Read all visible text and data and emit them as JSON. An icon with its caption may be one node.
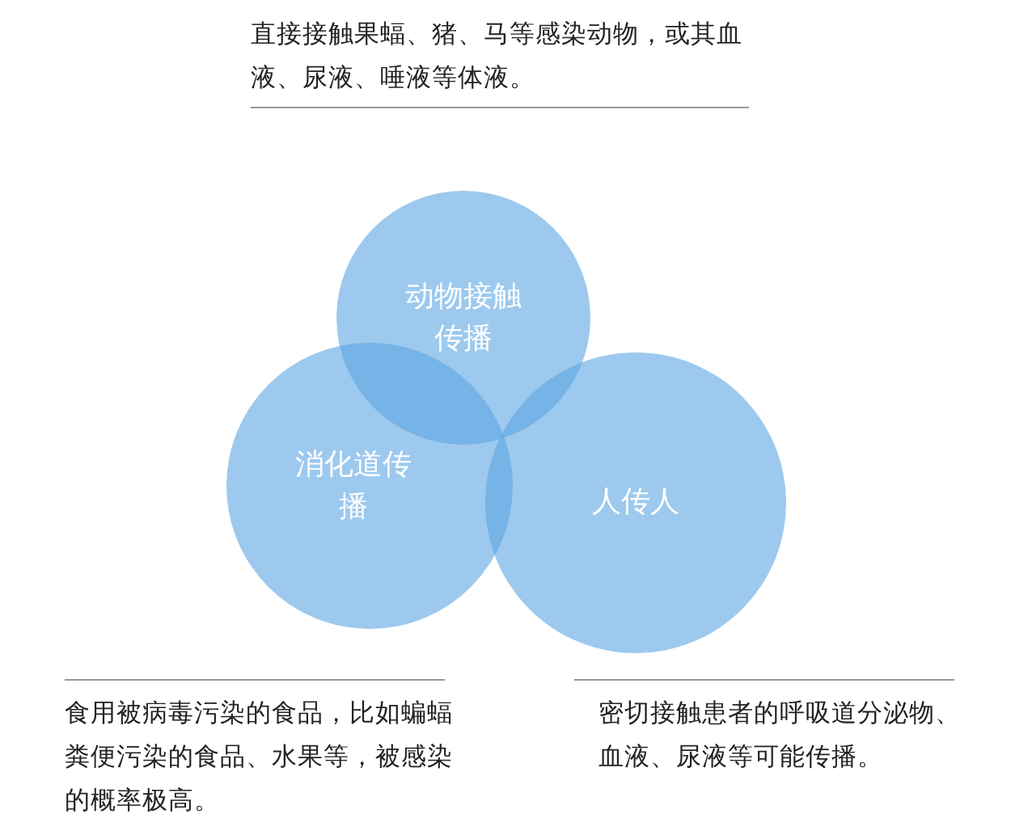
{
  "diagram": {
    "nodes": [
      {
        "text": [
          "动物接触传播"
        ]
      },
      {
        "text": [
          "消化道传播"
        ]
      },
      {
        "text": [
          "人传人"
        ]
      }
    ],
    "labels": [
      "直接接触果蝠、猪、马等感染动物，或其血液、尿液、唾液等体液。",
      "食用被病毒污染的食品，比如蝙蝠粪便污染的食品、水果等，被感染的概率极高。",
      "密切接触患者的呼吸道分泌物、血液、尿液等可能传播。"
    ]
  }
}
